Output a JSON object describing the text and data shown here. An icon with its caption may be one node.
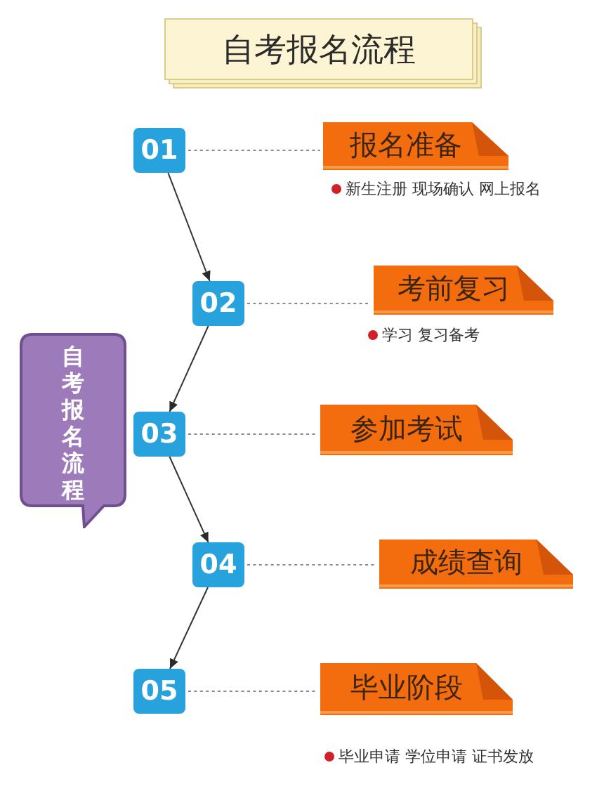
{
  "diagram": {
    "title": "自考报名流程",
    "nodes": [
      {
        "text": [
          "01"
        ]
      },
      {
        "text": [
          "报名准备"
        ],
        "beside": [
          "新生注册 现场确认 网上报名"
        ]
      },
      {
        "text": [
          "02"
        ]
      },
      {
        "text": [
          "考前复习"
        ],
        "beside": [
          "学习 复习备考"
        ]
      },
      {
        "text": [
          "自考报名流程"
        ]
      },
      {
        "text": [
          "03"
        ]
      },
      {
        "text": [
          "参加考试"
        ]
      },
      {
        "text": [
          "04"
        ]
      },
      {
        "text": [
          "成绩查询"
        ]
      },
      {
        "text": [
          "05"
        ]
      },
      {
        "text": [
          "毕业阶段"
        ],
        "beside": [
          "毕业申请 学位申请 证书发放"
        ]
      }
    ],
    "edges": [
      {
        "from": 0,
        "to": 1,
        "arrow": "none",
        "style": "dashed"
      },
      {
        "from": 0,
        "to": 2,
        "arrow": "to"
      },
      {
        "from": 2,
        "to": 3,
        "arrow": "none",
        "style": "dashed"
      },
      {
        "from": 2,
        "to": 5,
        "arrow": "to"
      },
      {
        "from": 5,
        "to": 6,
        "arrow": "none",
        "style": "dashed"
      },
      {
        "from": 5,
        "to": 7,
        "arrow": "to"
      },
      {
        "from": 7,
        "to": 8,
        "arrow": "none",
        "style": "dashed"
      },
      {
        "from": 7,
        "to": 9,
        "arrow": "to"
      },
      {
        "from": 9,
        "to": 10,
        "arrow": "none",
        "style": "dashed"
      }
    ]
  }
}
